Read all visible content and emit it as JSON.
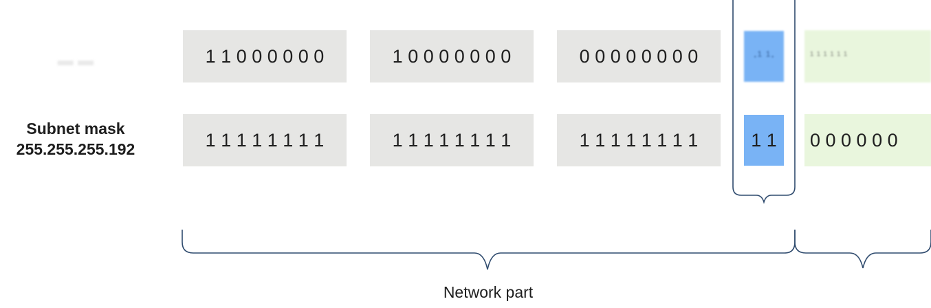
{
  "row1": {
    "label": "",
    "octets": [
      "1 1 0 0 0 0 0 0",
      "1 0 0 0 0 0 0 0",
      "0 0 0 0 0 0 0 0"
    ],
    "subnet_bits": "",
    "host_bits": ""
  },
  "row2": {
    "label_line1": "Subnet mask",
    "label_line2": "255.255.255.192",
    "octets": [
      "1 1 1 1 1 1 1 1",
      "1 1 1 1 1 1 1 1",
      "1 1 1 1 1 1 1 1"
    ],
    "subnet_bits": "1 1",
    "host_bits": "0 0 0 0 0 0"
  },
  "brace_label": "Network part",
  "colors": {
    "octet_bg": "#e6e6e4",
    "subnet_bg": "#79b3f5",
    "host_bg": "#e9f6dd",
    "bracket_line": "#2f4b6e"
  }
}
